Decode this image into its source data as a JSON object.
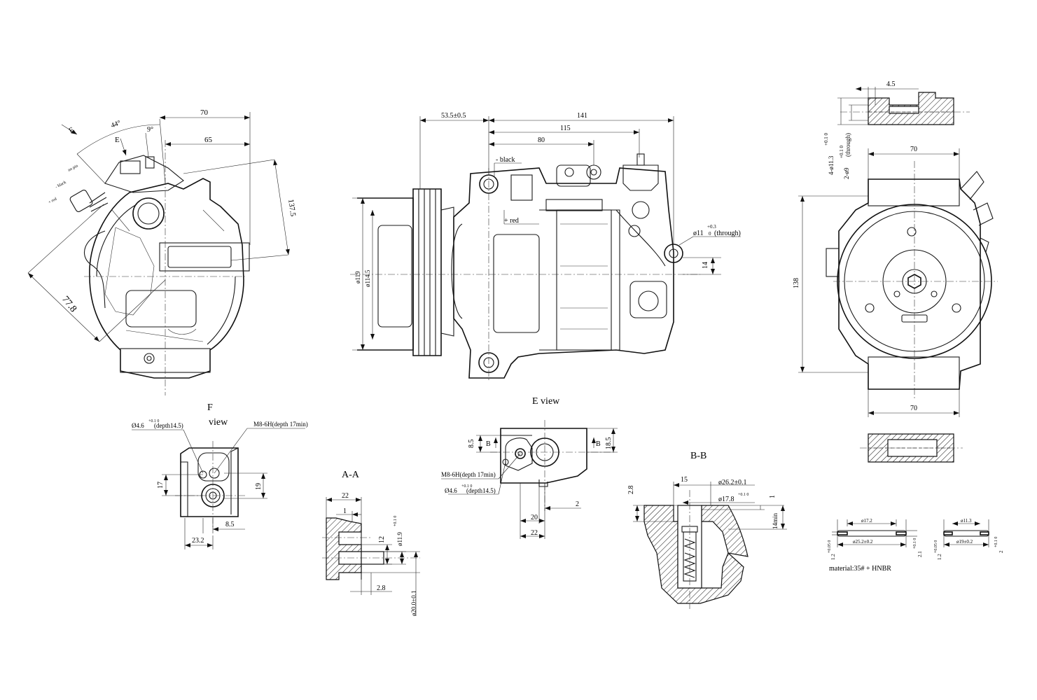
{
  "left_view": {
    "arrow_f": "F",
    "arrow_e": "E",
    "angle_44": "44°",
    "angle_9": "9°",
    "dim_70": "70",
    "dim_65": "65",
    "dim_1375": "137.5",
    "dim_778": "77.8",
    "wire_no_pin": "no pin",
    "wire_black": "- black",
    "wire_red": "+ red"
  },
  "front_view": {
    "dim_535": "53.5±0.5",
    "dim_141": "141",
    "dim_115": "115",
    "dim_80": "80",
    "wire_black": "- black",
    "wire_red": "+ red",
    "dim_hole": "ø11",
    "dim_hole_tol": "+0.3",
    "dim_hole_tol2": "0",
    "dim_hole_note": "(through)",
    "dim_14": "14",
    "dim_119": "ø119",
    "dim_1145": "ø114.5"
  },
  "right_view": {
    "dim_45": "4.5",
    "dim_holes_a": "4-ø11.3",
    "dim_holes_a_tol": "+0.1 0",
    "dim_holes_b": "2-ø9",
    "dim_holes_b_tol": "+0.1 0",
    "dim_holes_b_note": "(through)",
    "dim_70_top": "70",
    "dim_138": "138",
    "dim_70_bottom": "70"
  },
  "f_view": {
    "title_f": "F",
    "title_view": "view",
    "hole_label": "Ø4.6",
    "hole_tol": "+0.1 0",
    "hole_depth": "(depth14.5)",
    "thread_label": "M8-6H(depth 17min)",
    "dim_17": "17",
    "dim_19": "19",
    "dim_85": "8.5",
    "dim_232": "23.2"
  },
  "e_view": {
    "title": "E view",
    "dim_85": "8.5",
    "dim_185": "18.5",
    "label_b_left": "B",
    "label_b_right": "B",
    "thread_label": "M8-6H(depth 17min)",
    "hole_label": "Ø4.6",
    "hole_tol": "+0.1 0",
    "hole_depth": "(depth14.5)",
    "dim_2": "2",
    "dim_20": "20",
    "dim_22": "22"
  },
  "section_aa": {
    "title": "A-A",
    "dim_22": "22",
    "dim_1": "1",
    "dim_12": "12",
    "dim_119": "ø11.9",
    "dim_119_tol": "+0.1 0",
    "dim_28": "2.8",
    "dim_200": "ø20.0±0.1"
  },
  "section_bb": {
    "title": "B-B",
    "dim_15": "15",
    "dim_262": "ø26.2±0.1",
    "dim_178": "ø17.8",
    "dim_178_tol": "+0.1 0",
    "dim_28": "2.8",
    "dim_1": "1",
    "dim_14min": "14min"
  },
  "seals": {
    "seal1_inner": "ø17.2",
    "seal1_outer": "ø25.2±0.2",
    "seal1_thick": "1.2",
    "seal1_thick_tol": "+0.05 0",
    "seal1_h": "2.1",
    "seal1_h_tol": "+0.1 0",
    "seal2_inner": "ø11.3",
    "seal2_outer": "ø19±0.2",
    "seal2_thick": "1.2",
    "seal2_thick_tol": "+0.05 0",
    "seal2_h": "2",
    "seal2_h_tol": "+0.1 0",
    "material": "material:35# + HNBR"
  },
  "colors": {
    "line": "#1a1a1a",
    "background": "#ffffff"
  }
}
